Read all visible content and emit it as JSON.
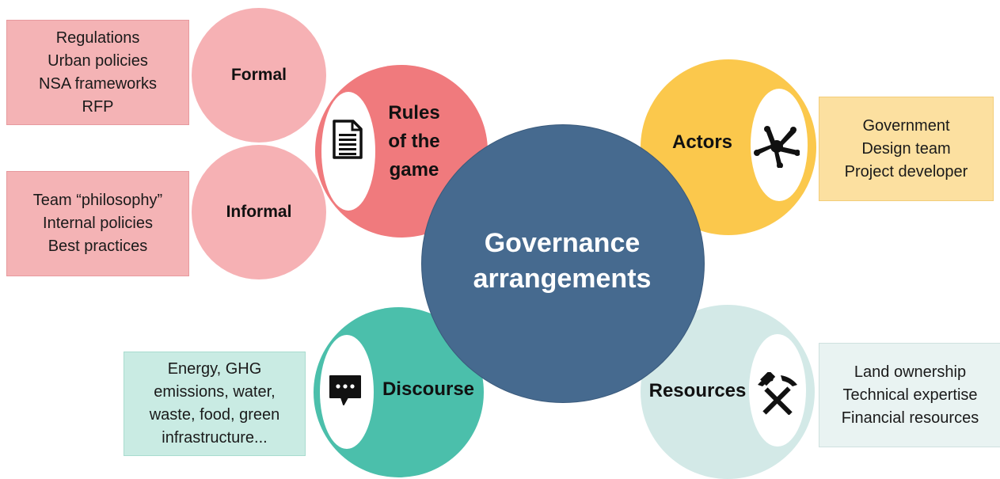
{
  "center": {
    "lines": [
      "Governance",
      "arrangements"
    ]
  },
  "rules": {
    "lines": [
      "Rules",
      "of the",
      "game"
    ],
    "icon": "document-icon"
  },
  "formal": {
    "label": "Formal",
    "items": [
      "Regulations",
      "Urban policies",
      "NSA frameworks",
      "RFP"
    ]
  },
  "informal": {
    "label": "Informal",
    "items": [
      "Team “philosophy”",
      "Internal policies",
      "Best practices"
    ]
  },
  "actors": {
    "label": "Actors",
    "icon": "hands-together-icon",
    "items": [
      "Government",
      "Design team",
      "Project developer"
    ]
  },
  "discourse": {
    "label": "Discourse",
    "icon": "speech-bubble-icon",
    "items": [
      "Energy, GHG",
      "emissions, water,",
      "waste, food, green",
      "infrastructure..."
    ]
  },
  "resources": {
    "label": "Resources",
    "icon": "hammer-pick-icon",
    "items": [
      "Land ownership",
      "Technical expertise",
      "Financial resources"
    ]
  },
  "colors": {
    "center": "#466a8f",
    "rules": "#f07a7d",
    "formal_informal": "#f6b1b4",
    "actors": "#fbc84c",
    "discourse": "#4bbfab",
    "resources": "#d3e9e7"
  }
}
